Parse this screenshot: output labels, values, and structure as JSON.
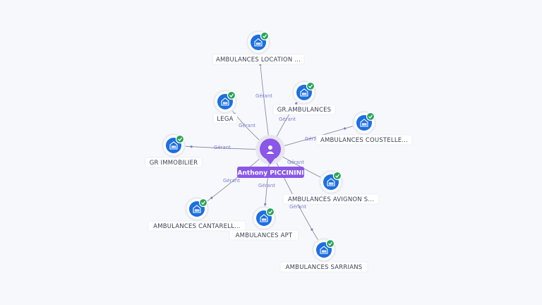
{
  "center": {
    "name": "Anthony PICCININI",
    "icon": "person-icon",
    "color": "#8a57e8"
  },
  "colors": {
    "company": "#1d6fe0",
    "verified": "#27a35a",
    "edge": "#7f8398",
    "edge_label": "#7a7fd0"
  },
  "edge_label": "Gérant",
  "companies": [
    {
      "id": "location",
      "name": "AMBULANCES LOCATION ...",
      "icon": "building-icon",
      "badge": "check-icon"
    },
    {
      "id": "gr-ambulances",
      "name": "GR.AMBULANCES",
      "icon": "building-icon",
      "badge": "check-icon"
    },
    {
      "id": "coustelle",
      "name": "AMBULANCES COUSTELLE...",
      "icon": "building-icon",
      "badge": "check-icon"
    },
    {
      "id": "lega",
      "name": "LEGA",
      "icon": "building-icon",
      "badge": "check-icon"
    },
    {
      "id": "gr-immobilier",
      "name": "GR IMMOBILIER",
      "icon": "building-icon",
      "badge": "check-icon"
    },
    {
      "id": "avignon",
      "name": "AMBULANCES AVIGNON S...",
      "icon": "building-icon",
      "badge": "check-icon"
    },
    {
      "id": "cantarell",
      "name": "AMBULANCES CANTARELL...",
      "icon": "building-icon",
      "badge": "check-icon"
    },
    {
      "id": "apt",
      "name": "AMBULANCES APT",
      "icon": "building-icon",
      "badge": "check-icon"
    },
    {
      "id": "sarrians",
      "name": "AMBULANCES SARRIANS",
      "icon": "building-icon",
      "badge": "check-icon"
    }
  ]
}
